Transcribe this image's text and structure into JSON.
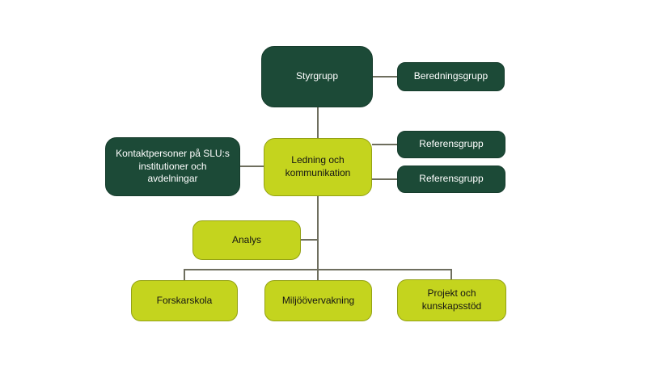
{
  "diagram": {
    "type": "org-chart",
    "background": "#ffffff",
    "colors": {
      "dark_green_box": "#1c4a37",
      "lime_box": "#c4d41e",
      "connector_line": "#6e6e5e",
      "text_on_dark": "#ffffff",
      "text_on_lime": "#141414"
    },
    "nodes": {
      "styrgrupp": {
        "label": "Styrgrupp",
        "style": "dark"
      },
      "beredningsgrupp": {
        "label": "Beredningsgrupp",
        "style": "dark"
      },
      "kontaktpersoner": {
        "label": "Kontaktpersoner på SLU:s institutioner och avdelningar",
        "style": "dark"
      },
      "ledning": {
        "label": "Ledning och kommunikation",
        "style": "lime"
      },
      "referensgrupp1": {
        "label": "Referensgrupp",
        "style": "dark"
      },
      "referensgrupp2": {
        "label": "Referensgrupp",
        "style": "dark"
      },
      "analys": {
        "label": "Analys",
        "style": "lime"
      },
      "forskarskola": {
        "label": "Forskarskola",
        "style": "lime"
      },
      "miljoovervakning": {
        "label": "Miljöövervakning",
        "style": "lime"
      },
      "projekt": {
        "label": "Projekt och kunskapsstöd",
        "style": "lime"
      }
    },
    "connections": [
      {
        "from": "styrgrupp",
        "to": "beredningsgrupp"
      },
      {
        "from": "styrgrupp",
        "to": "ledning"
      },
      {
        "from": "kontaktpersoner",
        "to": "ledning"
      },
      {
        "from": "ledning",
        "to": "referensgrupp1"
      },
      {
        "from": "ledning",
        "to": "referensgrupp2"
      },
      {
        "from": "ledning",
        "to": "analys"
      },
      {
        "from": "ledning",
        "to": "forskarskola"
      },
      {
        "from": "ledning",
        "to": "miljoovervakning"
      },
      {
        "from": "ledning",
        "to": "projekt"
      }
    ]
  }
}
